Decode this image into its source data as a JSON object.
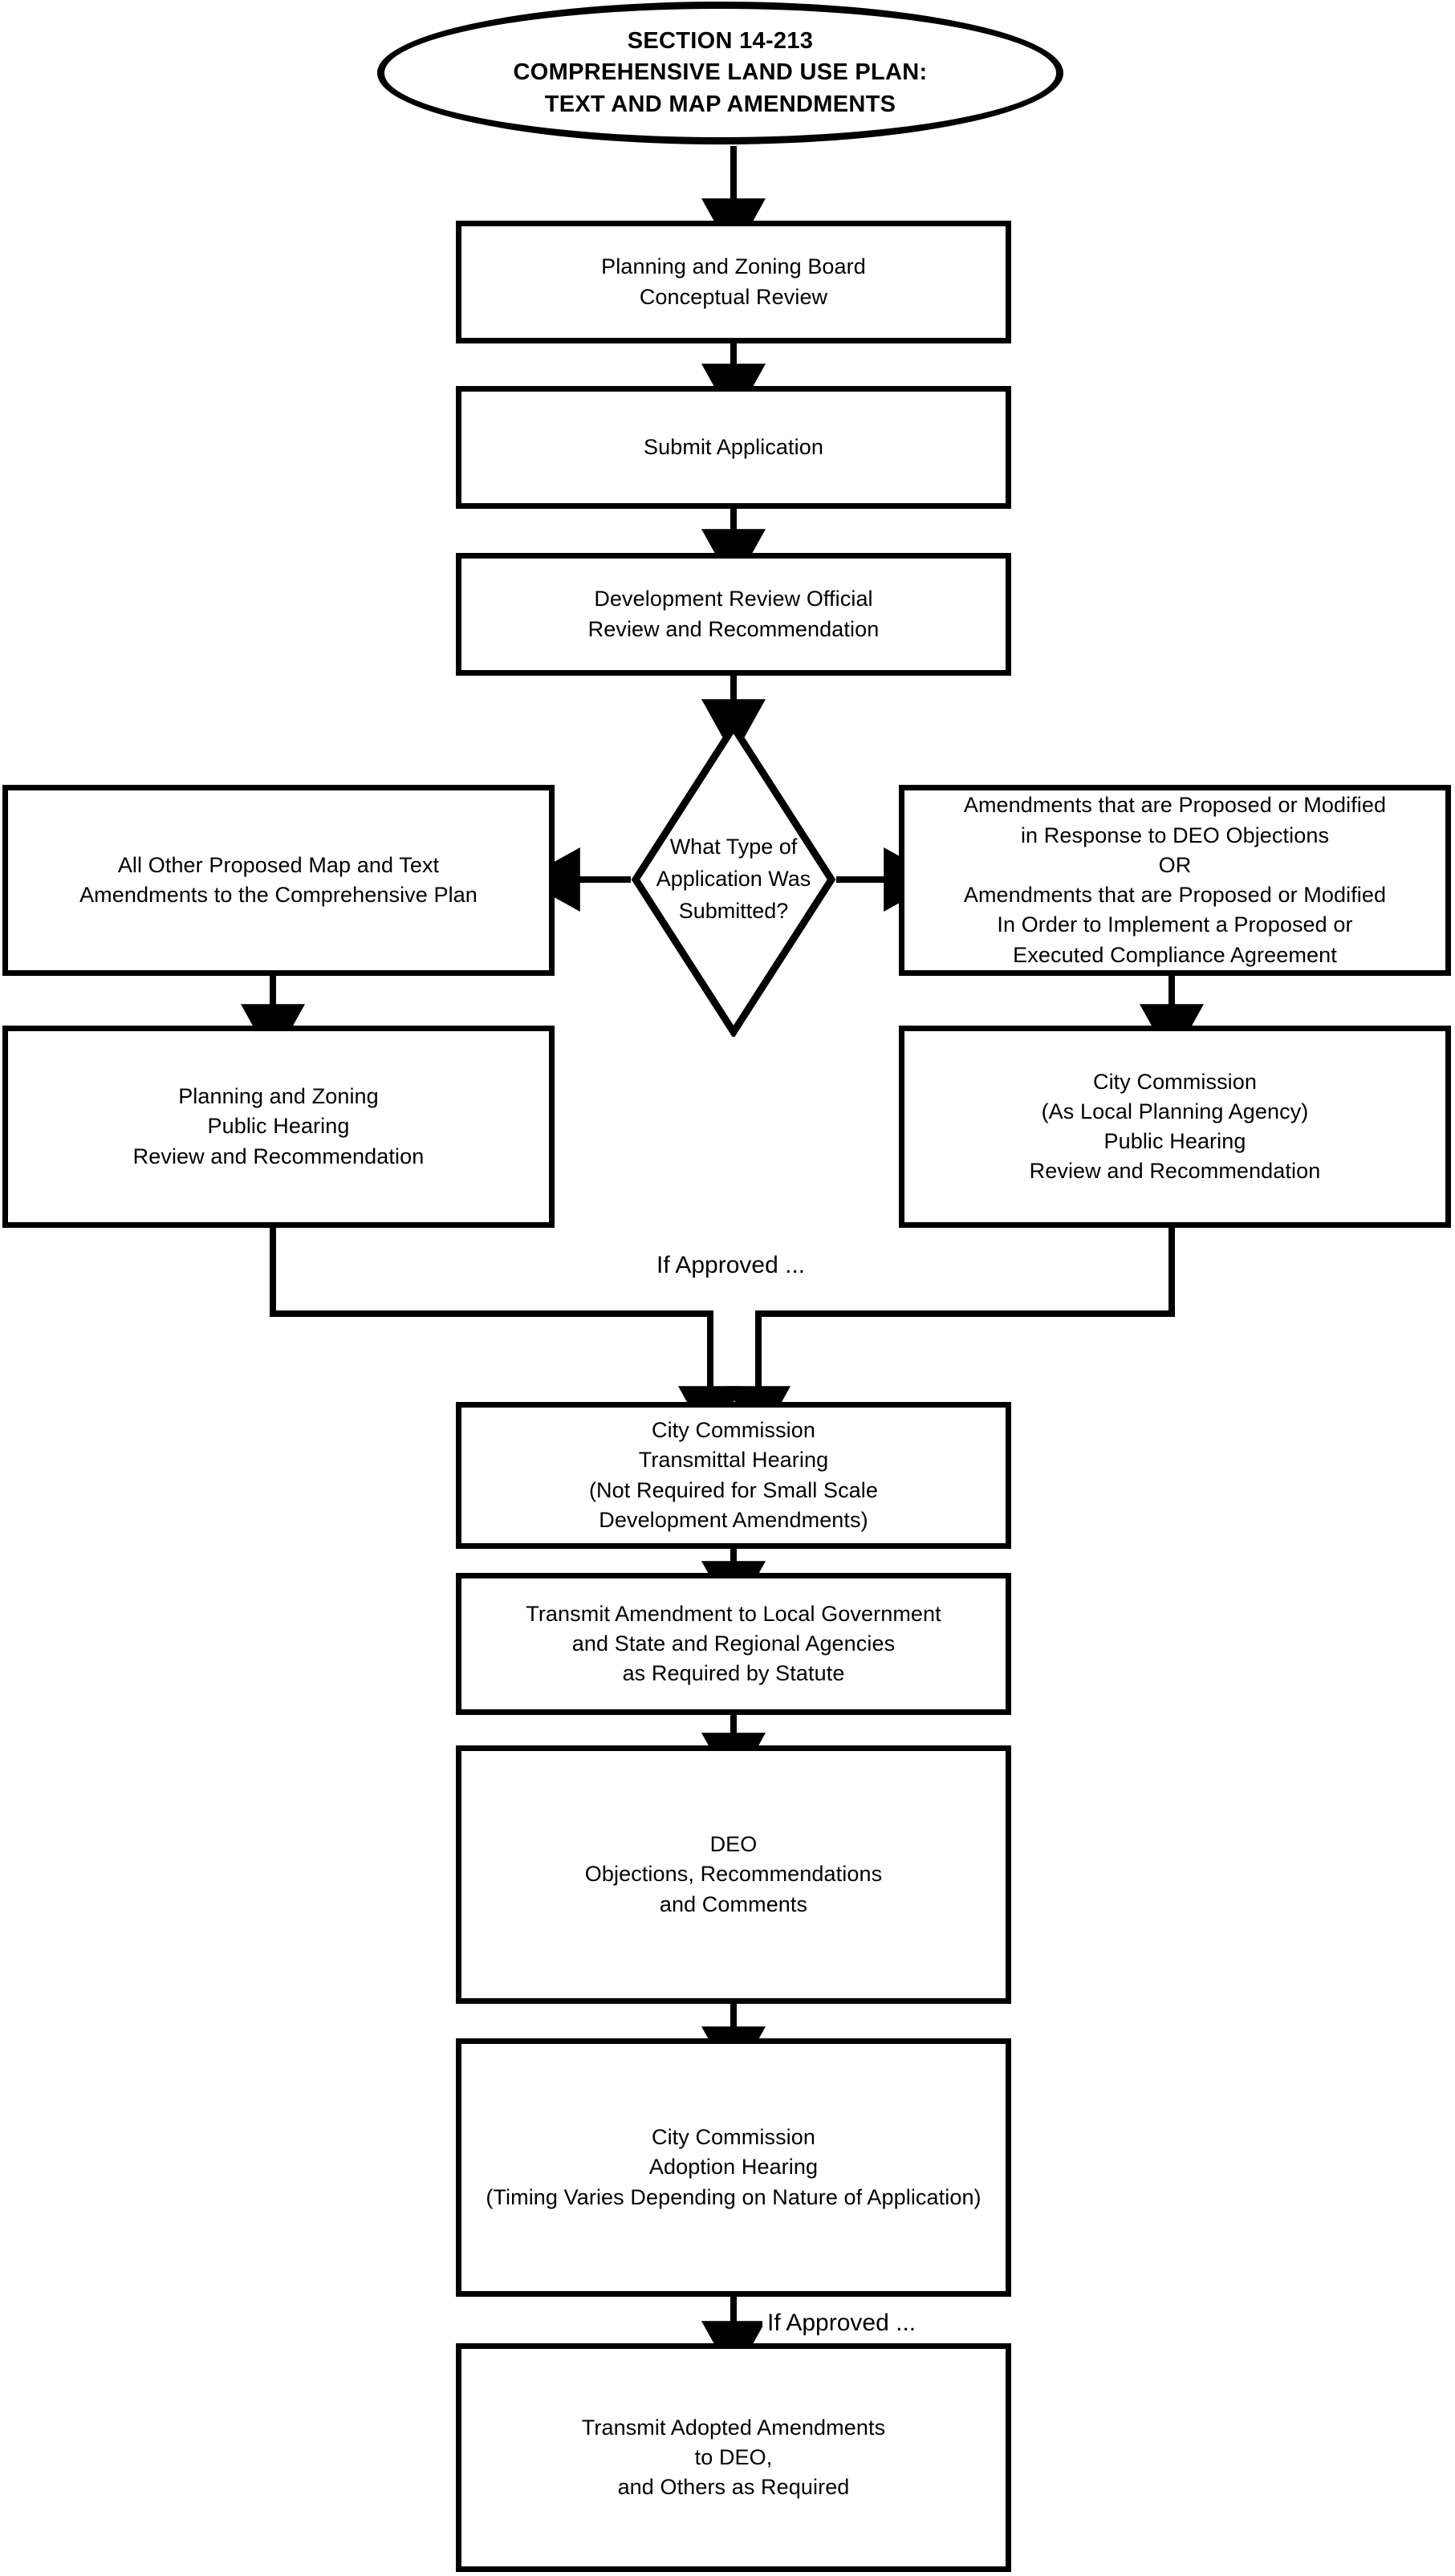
{
  "diagram": {
    "title": "SECTION 14-213 COMPREHENSIVE LAND USE PLAN: TEXT AND MAP AMENDMENTS",
    "type": "flowchart",
    "orientation": "top-to-bottom",
    "line_color": "#000000",
    "fill_color": "#ffffff",
    "text_color": "#000000"
  },
  "nodes": {
    "start": {
      "shape": "ellipse",
      "text": "SECTION 14-213\nCOMPREHENSIVE LAND USE PLAN:\nTEXT AND MAP AMENDMENTS"
    },
    "conceptual_review": {
      "shape": "rectangle",
      "text": "Planning and Zoning Board\nConceptual Review"
    },
    "submit_application": {
      "shape": "rectangle",
      "text": "Submit Application"
    },
    "dro_review": {
      "shape": "rectangle",
      "text": "Development Review Official\nReview and Recommendation"
    },
    "decision": {
      "shape": "diamond",
      "text": "What Type of\nApplication Was\nSubmitted?"
    },
    "all_other_amendments": {
      "shape": "rectangle",
      "text": "All Other Proposed Map and Text\nAmendments to the Comprehensive Plan"
    },
    "deo_objection_amendments": {
      "shape": "rectangle",
      "text": "Amendments that are Proposed or Modified\nin Response to DEO Objections\nOR\nAmendments that are Proposed or Modified\nIn Order to Implement a Proposed or\nExecuted Compliance Agreement"
    },
    "pz_public_hearing": {
      "shape": "rectangle",
      "text": "Planning and Zoning\nPublic Hearing\nReview and Recommendation"
    },
    "cc_lpa_public_hearing": {
      "shape": "rectangle",
      "text": "City Commission\n(As Local Planning Agency)\nPublic Hearing\nReview and Recommendation"
    },
    "cc_transmittal_hearing": {
      "shape": "rectangle",
      "text": "City Commission\nTransmittal Hearing\n(Not Required for Small Scale\nDevelopment Amendments)"
    },
    "transmit_amendment": {
      "shape": "rectangle",
      "text": "Transmit Amendment to Local Government\nand State and Regional Agencies\nas Required by Statute"
    },
    "deo_orc": {
      "shape": "rectangle",
      "text": "DEO\nObjections, Recommendations\nand Comments"
    },
    "cc_adoption_hearing": {
      "shape": "rectangle",
      "text": "City Commission\nAdoption Hearing\n(Timing Varies Depending on Nature of Application)"
    },
    "transmit_adopted": {
      "shape": "rectangle",
      "text": "Transmit Adopted Amendments\nto DEO,\nand Others as Required"
    }
  },
  "edge_labels": {
    "if_approved_merge": "If Approved ...",
    "if_approved_adoption": "If Approved ..."
  },
  "edges": [
    {
      "from": "start",
      "to": "conceptual_review",
      "label": ""
    },
    {
      "from": "conceptual_review",
      "to": "submit_application",
      "label": ""
    },
    {
      "from": "submit_application",
      "to": "dro_review",
      "label": ""
    },
    {
      "from": "dro_review",
      "to": "decision",
      "label": ""
    },
    {
      "from": "decision",
      "to": "all_other_amendments",
      "label": ""
    },
    {
      "from": "decision",
      "to": "deo_objection_amendments",
      "label": ""
    },
    {
      "from": "all_other_amendments",
      "to": "pz_public_hearing",
      "label": ""
    },
    {
      "from": "deo_objection_amendments",
      "to": "cc_lpa_public_hearing",
      "label": ""
    },
    {
      "from": "pz_public_hearing",
      "to": "cc_transmittal_hearing",
      "label": "If Approved ..."
    },
    {
      "from": "cc_lpa_public_hearing",
      "to": "cc_transmittal_hearing",
      "label": "If Approved ..."
    },
    {
      "from": "cc_transmittal_hearing",
      "to": "transmit_amendment",
      "label": ""
    },
    {
      "from": "transmit_amendment",
      "to": "deo_orc",
      "label": ""
    },
    {
      "from": "deo_orc",
      "to": "cc_adoption_hearing",
      "label": ""
    },
    {
      "from": "cc_adoption_hearing",
      "to": "transmit_adopted",
      "label": "If Approved ..."
    }
  ]
}
